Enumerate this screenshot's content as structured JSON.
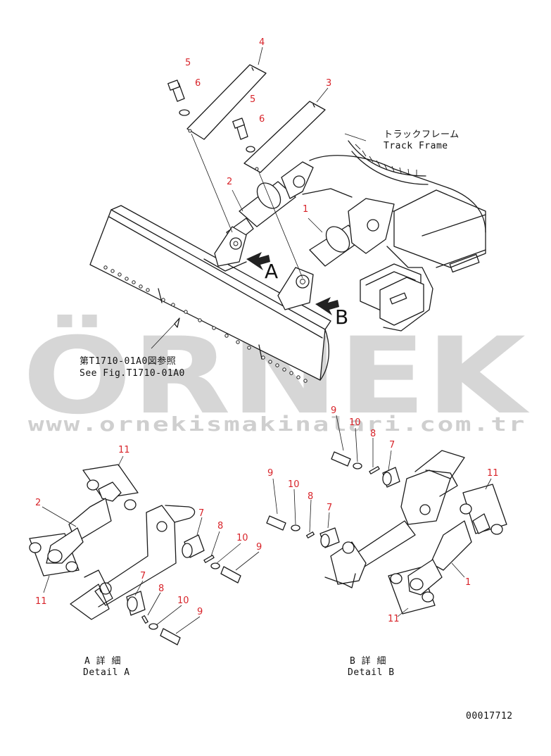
{
  "watermark": {
    "brand": "ÖRNEK",
    "url": "www.ornekismakinalari.com.tr",
    "accent_color": "#f2cf4a"
  },
  "labels": {
    "track_frame_jp": "トラックフレーム",
    "track_frame_en": "Track Frame",
    "see_fig_jp": "第T1710-01A0図参照",
    "see_fig_en": "See Fig.T1710-01A0",
    "arrow_a": "A",
    "arrow_b": "B",
    "detail_a_jp": "A 詳 細",
    "detail_a_en": "Detail A",
    "detail_b_jp": "B 詳 細",
    "detail_b_en": "Detail B",
    "drawing_number": "00017712"
  },
  "callouts": {
    "main_4": "4",
    "main_5a": "5",
    "main_6a": "6",
    "main_3": "3",
    "main_5b": "5",
    "main_6b": "6",
    "main_2": "2",
    "main_1": "1",
    "a_11_top": "11",
    "a_2": "2",
    "a_11_bottom": "11",
    "a_7_upper": "7",
    "a_8_upper": "8",
    "a_10_upper": "10",
    "a_9_upper": "9",
    "a_7_lower": "7",
    "a_8_lower": "8",
    "a_10_lower": "10",
    "a_9_lower": "9",
    "b_9_upper": "9",
    "b_10_upper": "10",
    "b_8_upper": "8",
    "b_7_upper": "7",
    "b_9_lower": "9",
    "b_10_lower": "10",
    "b_8_lower": "8",
    "b_7_lower": "7",
    "b_11_top": "11",
    "b_1": "1",
    "b_11_bottom": "11"
  },
  "colors": {
    "callout": "#d8242a",
    "line": "#1a1a1a",
    "watermark": "#d6d6d6"
  }
}
